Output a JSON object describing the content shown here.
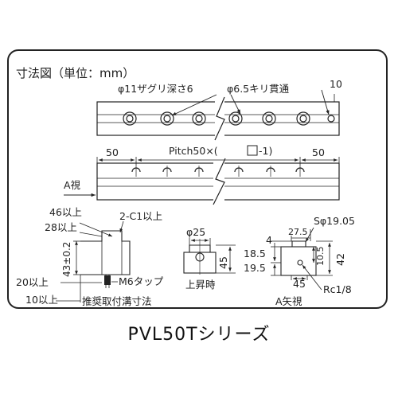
{
  "heading": "寸法図（単位：mm）",
  "top_view": {
    "counterbore_label": "φ11ザグリ深さ6",
    "through_hole_label": "φ6.5キリ貫通",
    "end_offset": "10"
  },
  "side_view": {
    "view_label": "A視",
    "left_dim": "50",
    "pitch_prefix": "Pitch50×(",
    "pitch_suffix": "-1)",
    "right_dim": "50"
  },
  "groove_section": {
    "dim_46": "46以上",
    "dim_28": "28以上",
    "dim_chamfer": "2-C1以上",
    "dim_43": "43±0.2",
    "dim_20": "20以上",
    "dim_10": "10以上",
    "tap_label": "M6タップ",
    "caption": "推奨取付溝寸法"
  },
  "lift_view": {
    "dim_phi25": "φ25",
    "dim_45": "45",
    "caption": "上昇時"
  },
  "a_view": {
    "dim_sphi": "Sφ19.05",
    "dim_27_5": "27.5",
    "dim_4": "4",
    "dim_18_5": "18.5",
    "dim_19_5": "19.5",
    "dim_10_5": "10.5",
    "dim_42": "42",
    "dim_45": "45",
    "port_label": "Rc1/8",
    "caption": "A矢視"
  },
  "series_title": "PVL50Tシリーズ"
}
